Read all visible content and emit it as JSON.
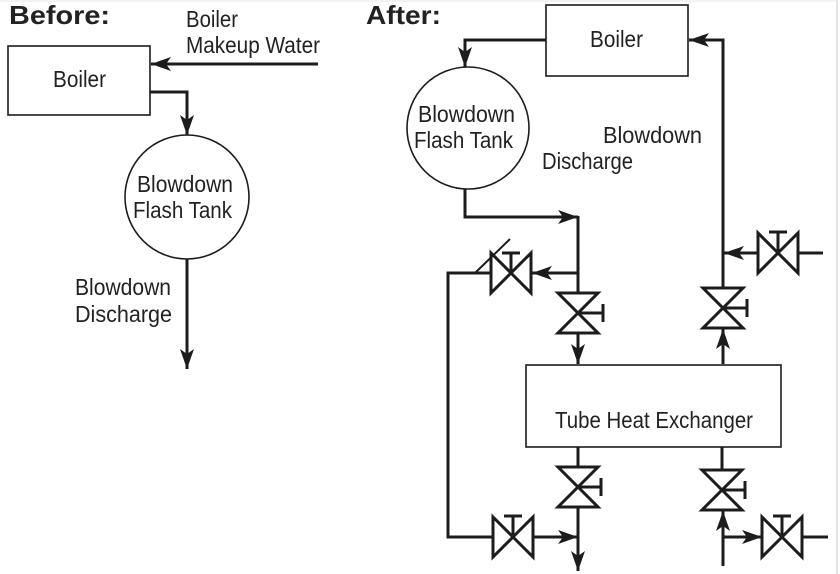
{
  "colors": {
    "background": "#ffffff",
    "line": "#1c1c1c",
    "text": "#222222",
    "frame": "#dcdcdc"
  },
  "before": {
    "heading": "Before:",
    "makeup_label": [
      "Boiler",
      "Makeup Water"
    ],
    "boiler_label": "Boiler",
    "tank_label": [
      "Blowdown",
      "Flash Tank"
    ],
    "discharge_label": [
      "Blowdown",
      "Discharge"
    ]
  },
  "after": {
    "heading": "After:",
    "boiler_label": "Boiler",
    "tank_label": [
      "Blowdown",
      "Flash Tank"
    ],
    "discharge_label": [
      "Blowdown",
      "Discharge"
    ],
    "exchanger_label": "Tube Heat Exchanger"
  },
  "icons": {
    "valve": "gate-valve-icon",
    "check_valve": "check-valve-icon",
    "flow_arrow": "flow-arrow-icon"
  }
}
